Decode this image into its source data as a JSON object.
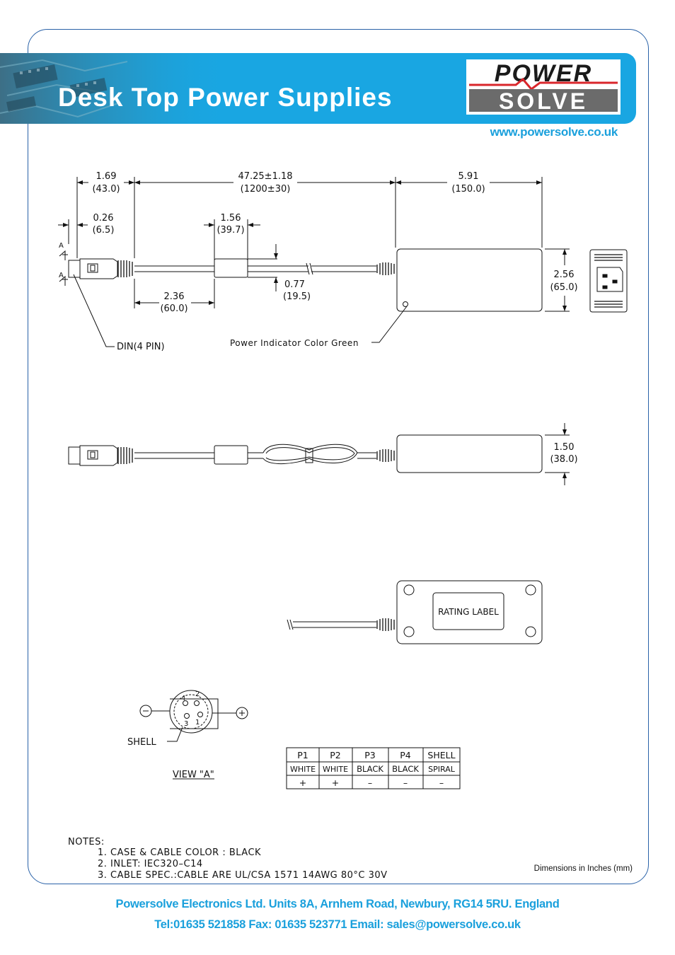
{
  "header": {
    "title": "Desk Top Power Supplies",
    "logo_top": "POWER",
    "logo_bottom": "SOLVE",
    "website": "www.powersolve.co.uk"
  },
  "drawing": {
    "dim_plug_len": "1.69",
    "dim_plug_len_mm": "(43.0)",
    "dim_cable_len": "47.25±1.18",
    "dim_cable_len_mm": "(1200±30)",
    "dim_body_len": "5.91",
    "dim_body_len_mm": "(150.0)",
    "dim_plug_tip": "0.26",
    "dim_plug_tip_mm": "(6.5)",
    "dim_ferrite": "1.56",
    "dim_ferrite_mm": "(39.7)",
    "dim_ferrite_pos": "2.36",
    "dim_ferrite_pos_mm": "(60.0)",
    "dim_cable_dia": "0.77",
    "dim_cable_dia_mm": "(19.5)",
    "dim_body_width": "2.56",
    "dim_body_width_mm": "(65.0)",
    "dim_body_height": "1.50",
    "dim_body_height_mm": "(38.0)",
    "section_a": "A",
    "din_label": "DIN(4 PIN)",
    "indicator_label": "Power Indicator Color Green",
    "rating_label": "RATING LABEL",
    "shell_label": "SHELL",
    "view_label": "VIEW \"A\"",
    "pin_numbers": [
      "4",
      "2",
      "3",
      "1"
    ]
  },
  "pin_table": {
    "headers": [
      "P1",
      "P2",
      "P3",
      "P4",
      "SHELL"
    ],
    "colors": [
      "WHITE",
      "WHITE",
      "BLACK",
      "BLACK",
      "SPIRAL"
    ],
    "polarity": [
      "+",
      "+",
      "–",
      "–",
      "–"
    ]
  },
  "notes": {
    "heading": "NOTES:",
    "items": [
      "1. CASE & CABLE   COLOR : BLACK",
      "2. INLET: IEC320–C14",
      "3. CABLE SPEC.:CABLE ARE UL/CSA 1571 14AWG 80°C   30V"
    ]
  },
  "dimensions_note": "Dimensions in Inches (mm)",
  "footer": {
    "line1": "Powersolve Electronics Ltd. Units 8A, Arnhem Road, Newbury, RG14 5RU. England",
    "line2": "Tel:01635 521858  Fax: 01635 523771 Email: sales@powersolve.co.uk"
  },
  "colors": {
    "banner": "#19a6e2",
    "frame": "#2a62a8",
    "logo_red": "#d9262b",
    "footer_text": "#1aa0dc"
  }
}
